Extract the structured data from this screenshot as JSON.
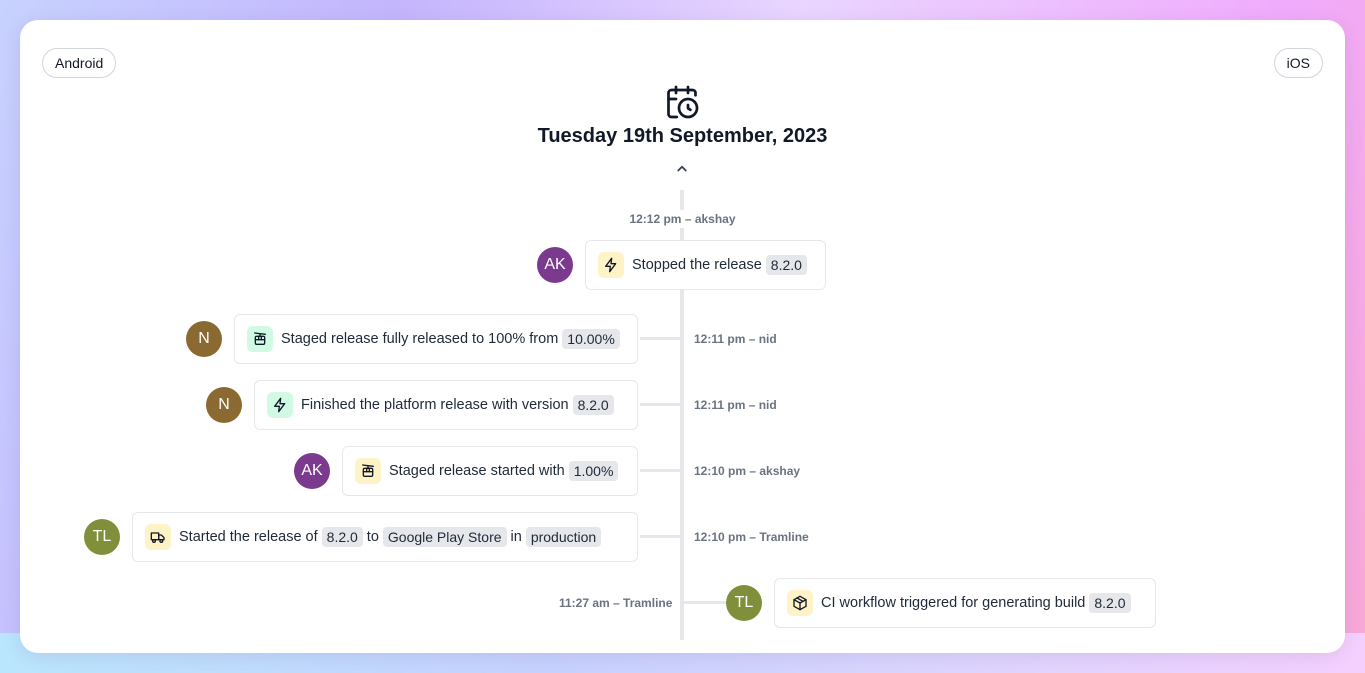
{
  "platform_tabs": {
    "android": "Android",
    "ios": "iOS"
  },
  "date_header": {
    "title": "Tuesday 19th September, 2023",
    "icon": "calendar-clock-icon"
  },
  "avatar_colors": {
    "AK": "#7c3a8f",
    "N": "#8b6a32",
    "TL": "#7f8f3a"
  },
  "events": [
    {
      "timestamp": "12:12 pm – akshay",
      "avatar": "AK",
      "icon": "lightning-icon",
      "icon_color": "yellow",
      "text": "Stopped the release",
      "badge": "8.2.0"
    },
    {
      "timestamp": "12:11 pm – nid",
      "avatar": "N",
      "icon": "cable-car-icon",
      "icon_color": "green",
      "text": "Staged release fully released to 100% from",
      "badge": "10.00%"
    },
    {
      "timestamp": "12:11 pm – nid",
      "avatar": "N",
      "icon": "lightning-icon",
      "icon_color": "green",
      "text": "Finished the platform release with version",
      "badge": "8.2.0"
    },
    {
      "timestamp": "12:10 pm – akshay",
      "avatar": "AK",
      "icon": "cable-car-icon",
      "icon_color": "yellow",
      "text": "Staged release started with",
      "badge": "1.00%"
    },
    {
      "timestamp": "12:10 pm – Tramline",
      "avatar": "TL",
      "icon": "truck-icon",
      "icon_color": "yellow",
      "text": "Started the release of",
      "badge": "8.2.0",
      "joiner_1": "to",
      "badge_2": "Google Play Store",
      "joiner_2": "in",
      "badge_3": "production"
    },
    {
      "timestamp": "11:27 am – Tramline",
      "avatar": "TL",
      "icon": "package-icon",
      "icon_color": "yellow",
      "text": "CI workflow triggered for generating build",
      "badge": "8.2.0"
    }
  ]
}
